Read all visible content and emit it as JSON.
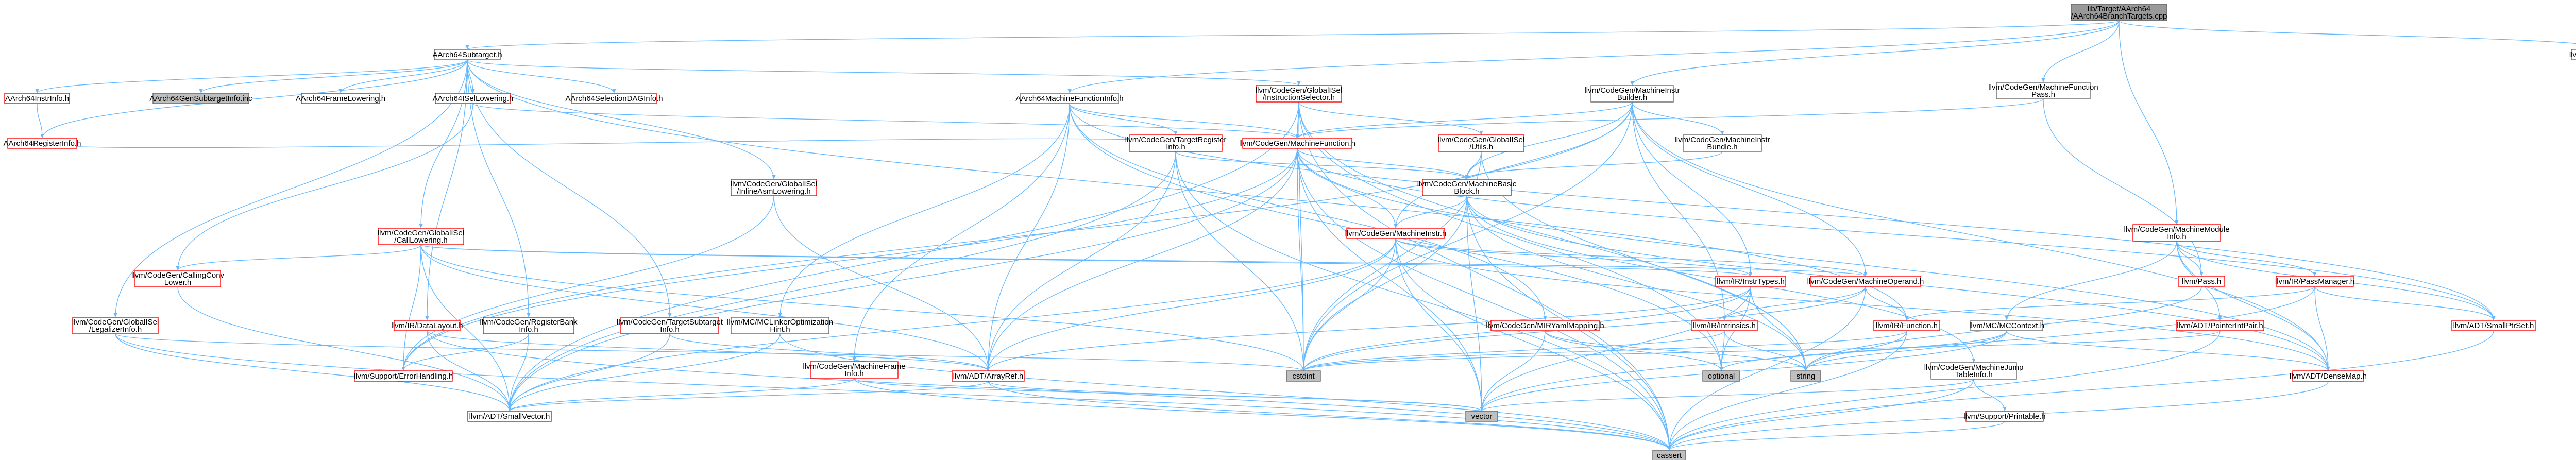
{
  "graph": {
    "title": "lib/Target/AArch64/AArch64BranchTargets.cpp",
    "colors": {
      "edge": "#63b8ff",
      "node_border_red": "#ff0000",
      "node_border_gray": "#666666",
      "root_fill": "#999999",
      "gray_fill": "#bfbfbf"
    },
    "nodes": [
      {
        "id": "root",
        "lines": [
          "lib/Target/AArch64",
          "/AArch64BranchTargets.cpp"
        ],
        "style": "root"
      },
      {
        "id": "subtarget",
        "lines": [
          "AArch64Subtarget.h"
        ],
        "style": "norm"
      },
      {
        "id": "support_debug",
        "lines": [
          "llvm/Support/Debug.h"
        ],
        "style": "norm"
      },
      {
        "id": "mf_pass",
        "lines": [
          "llvm/CodeGen/MachineFunction",
          "Pass.h"
        ],
        "style": "norm"
      },
      {
        "id": "mi_builder",
        "lines": [
          "llvm/CodeGen/MachineInstr",
          "Builder.h"
        ],
        "style": "norm"
      },
      {
        "id": "instrinfo",
        "lines": [
          "AArch64InstrInfo.h"
        ],
        "style": "red"
      },
      {
        "id": "gen_subtarget",
        "lines": [
          "AArch64GenSubtargetInfo.inc"
        ],
        "style": "gray"
      },
      {
        "id": "frame_lowering",
        "lines": [
          "AArch64FrameLowering.h"
        ],
        "style": "red"
      },
      {
        "id": "isel_lowering",
        "lines": [
          "AArch64ISelLowering.h"
        ],
        "style": "red"
      },
      {
        "id": "sel_dag",
        "lines": [
          "AArch64SelectionDAGInfo.h"
        ],
        "style": "red"
      },
      {
        "id": "gisel_instsel",
        "lines": [
          "llvm/CodeGen/GlobalISel",
          "/InstructionSelector.h"
        ],
        "style": "red"
      },
      {
        "id": "mfi",
        "lines": [
          "AArch64MachineFunctionInfo.h"
        ],
        "style": "norm"
      },
      {
        "id": "register_info",
        "lines": [
          "AArch64RegisterInfo.h"
        ],
        "style": "red"
      },
      {
        "id": "tri",
        "lines": [
          "llvm/CodeGen/TargetRegister",
          "Info.h"
        ],
        "style": "red"
      },
      {
        "id": "machine_function",
        "lines": [
          "llvm/CodeGen/MachineFunction.h"
        ],
        "style": "red"
      },
      {
        "id": "gisel_utils",
        "lines": [
          "llvm/CodeGen/GlobalISel",
          "/Utils.h"
        ],
        "style": "red"
      },
      {
        "id": "mi_bundle",
        "lines": [
          "llvm/CodeGen/MachineInstr",
          "Bundle.h"
        ],
        "style": "norm"
      },
      {
        "id": "gisel_inlineasm",
        "lines": [
          "llvm/CodeGen/GlobalISel",
          "/InlineAsmLowering.h"
        ],
        "style": "red"
      },
      {
        "id": "mbb",
        "lines": [
          "llvm/CodeGen/MachineBasic",
          "Block.h"
        ],
        "style": "red"
      },
      {
        "id": "gisel_calllowering",
        "lines": [
          "llvm/CodeGen/GlobalISel",
          "/CallLowering.h"
        ],
        "style": "red"
      },
      {
        "id": "machine_instr",
        "lines": [
          "llvm/CodeGen/MachineInstr.h"
        ],
        "style": "red"
      },
      {
        "id": "mmi",
        "lines": [
          "llvm/CodeGen/MachineModule",
          "Info.h"
        ],
        "style": "red"
      },
      {
        "id": "calling_conv",
        "lines": [
          "llvm/CodeGen/CallingConv",
          "Lower.h"
        ],
        "style": "red"
      },
      {
        "id": "instr_types",
        "lines": [
          "llvm/IR/InstrTypes.h"
        ],
        "style": "red"
      },
      {
        "id": "mo",
        "lines": [
          "llvm/CodeGen/MachineOperand.h"
        ],
        "style": "red"
      },
      {
        "id": "pass",
        "lines": [
          "llvm/Pass.h"
        ],
        "style": "red"
      },
      {
        "id": "pass_manager",
        "lines": [
          "llvm/IR/PassManager.h"
        ],
        "style": "red"
      },
      {
        "id": "gisel_legalizer",
        "lines": [
          "llvm/CodeGen/GlobalISel",
          "/LegalizerInfo.h"
        ],
        "style": "red"
      },
      {
        "id": "datalayout",
        "lines": [
          "llvm/IR/DataLayout.h"
        ],
        "style": "red"
      },
      {
        "id": "regbank",
        "lines": [
          "llvm/CodeGen/RegisterBank",
          "Info.h"
        ],
        "style": "red"
      },
      {
        "id": "tsi",
        "lines": [
          "llvm/CodeGen/TargetSubtarget",
          "Info.h"
        ],
        "style": "red"
      },
      {
        "id": "mc_linker",
        "lines": [
          "llvm/MC/MCLinkerOptimization",
          "Hint.h"
        ],
        "style": "norm"
      },
      {
        "id": "mir_yaml",
        "lines": [
          "llvm/CodeGen/MIRYamlMapping.h"
        ],
        "style": "red"
      },
      {
        "id": "intrinsics",
        "lines": [
          "llvm/IR/Intrinsics.h"
        ],
        "style": "red"
      },
      {
        "id": "ir_function",
        "lines": [
          "llvm/IR/Function.h"
        ],
        "style": "red"
      },
      {
        "id": "mc_context",
        "lines": [
          "llvm/MC/MCContext.h"
        ],
        "style": "norm"
      },
      {
        "id": "pointer_int_pair",
        "lines": [
          "llvm/ADT/PointerIntPair.h"
        ],
        "style": "red"
      },
      {
        "id": "small_ptr_set",
        "lines": [
          "llvm/ADT/SmallPtrSet.h"
        ],
        "style": "red"
      },
      {
        "id": "error_handling",
        "lines": [
          "llvm/Support/ErrorHandling.h"
        ],
        "style": "red"
      },
      {
        "id": "mfi_frame",
        "lines": [
          "llvm/CodeGen/MachineFrame",
          "Info.h"
        ],
        "style": "red"
      },
      {
        "id": "array_ref",
        "lines": [
          "llvm/ADT/ArrayRef.h"
        ],
        "style": "red"
      },
      {
        "id": "cstdint",
        "lines": [
          "cstdint"
        ],
        "style": "gray"
      },
      {
        "id": "optional",
        "lines": [
          "optional"
        ],
        "style": "gray"
      },
      {
        "id": "string",
        "lines": [
          "string"
        ],
        "style": "gray"
      },
      {
        "id": "mjti",
        "lines": [
          "llvm/CodeGen/MachineJump",
          "TableInfo.h"
        ],
        "style": "norm"
      },
      {
        "id": "dense_map",
        "lines": [
          "llvm/ADT/DenseMap.h"
        ],
        "style": "red"
      },
      {
        "id": "vector",
        "lines": [
          "vector"
        ],
        "style": "gray"
      },
      {
        "id": "printable",
        "lines": [
          "llvm/Support/Printable.h"
        ],
        "style": "red"
      },
      {
        "id": "small_vector",
        "lines": [
          "llvm/ADT/SmallVector.h"
        ],
        "style": "red"
      },
      {
        "id": "cassert",
        "lines": [
          "cassert"
        ],
        "style": "gray"
      }
    ]
  }
}
